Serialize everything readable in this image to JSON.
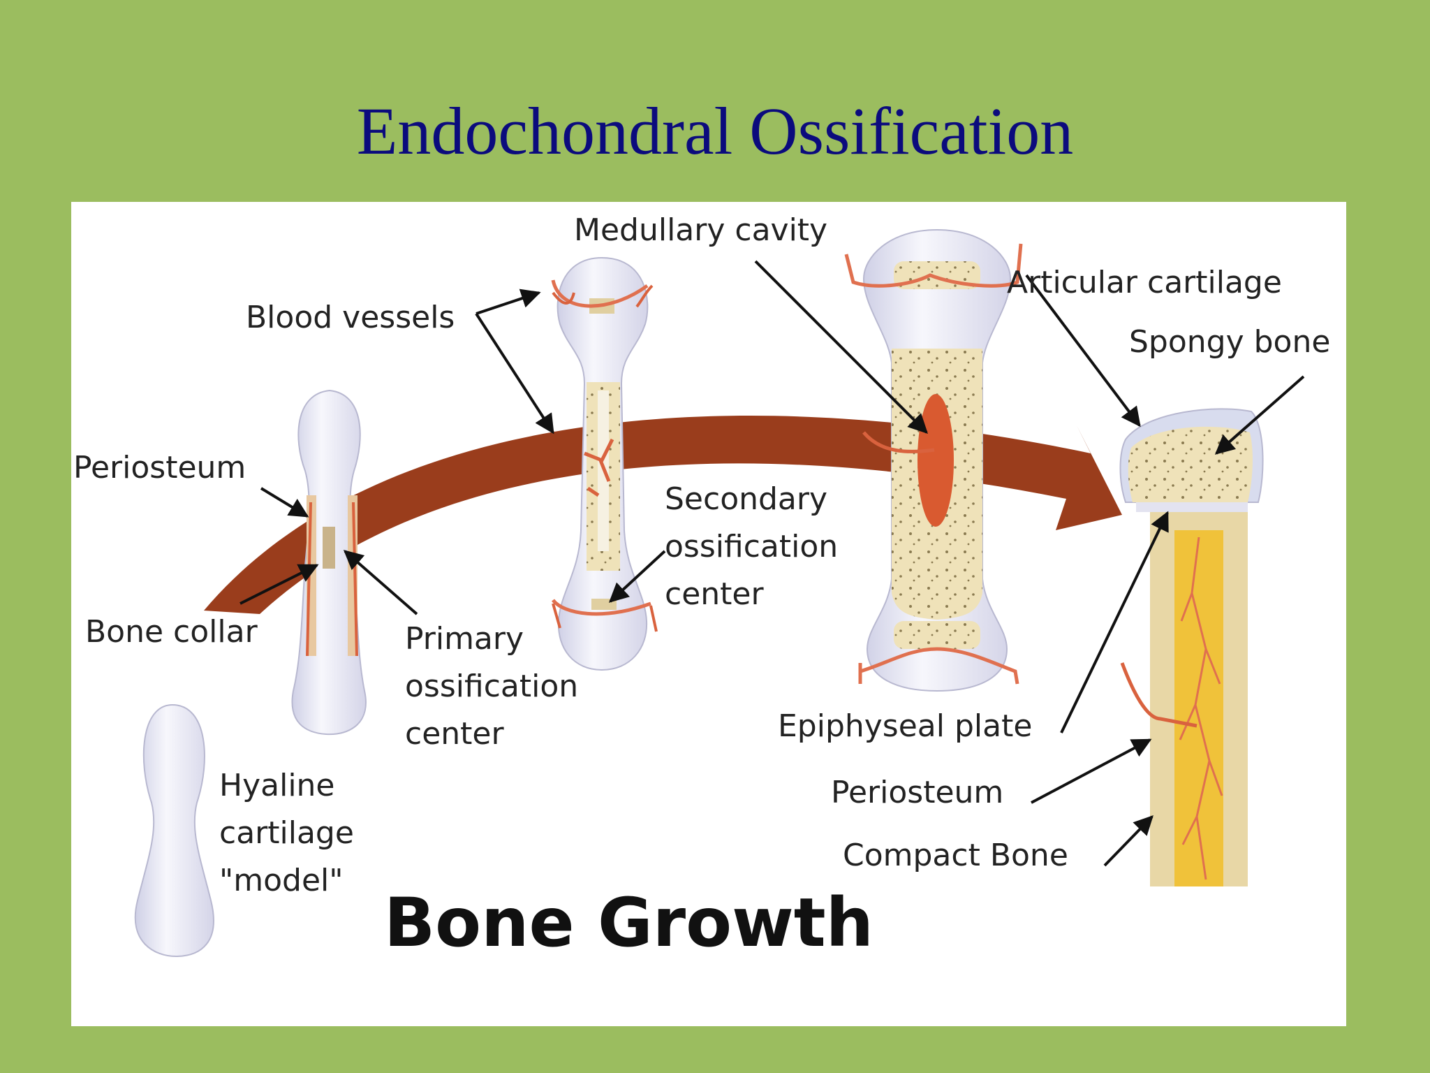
{
  "slide": {
    "title": "Endochondral Ossification"
  },
  "diagram": {
    "caption": "Bone Growth",
    "labels": {
      "medullary_cavity": "Medullary cavity",
      "blood_vessels": "Blood vessels",
      "articular_cartilage": "Articular cartilage",
      "spongy_bone": "Spongy bone",
      "periosteum_left": "Periosteum",
      "bone_collar": "Bone collar",
      "primary": [
        "Primary",
        "ossification",
        "center"
      ],
      "secondary": [
        "Secondary",
        "ossification",
        "center"
      ],
      "hyaline": [
        "Hyaline",
        "cartilage",
        "\"model\""
      ],
      "epiphyseal_plate": "Epiphyseal plate",
      "periosteum_right": "Periosteum",
      "compact_bone": "Compact Bone"
    }
  },
  "colors": {
    "background": "#9bbd5f",
    "title": "#0b0b7d",
    "arrow": "#9a3d1c",
    "cartilage": "#e9e9f4",
    "spongy": "#efe2b9",
    "marrow": "#f0c23a",
    "vessel": "#e0704f"
  }
}
